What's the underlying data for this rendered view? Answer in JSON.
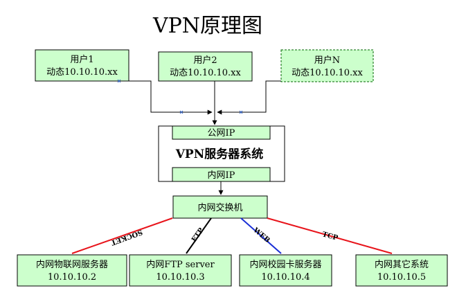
{
  "title": "VPN原理图",
  "users": [
    {
      "name": "用户1",
      "addr": "动态10.10.10.xx"
    },
    {
      "name": "用户2",
      "addr": "动态10.10.10.xx"
    },
    {
      "name": "用户N",
      "addr": "动态10.10.10.xx"
    }
  ],
  "vpn": {
    "public_ip": "公网IP",
    "system": "VPN服务器系统",
    "internal_ip": "内网IP"
  },
  "switch": "内网交换机",
  "servers": [
    {
      "name": "内网物联网服务器",
      "ip": "10.10.10.2",
      "link": "SOCKET",
      "link_color": "#e8141b"
    },
    {
      "name": "内网FTP server",
      "ip": "10.10.10.3",
      "link": "FTP",
      "link_color": "#000000"
    },
    {
      "name": "内网校园卡服务器",
      "ip": "10.10.10.4",
      "link": "WEB",
      "link_color": "#1a2fd6"
    },
    {
      "name": "内网其它系统",
      "ip": "10.10.10.5",
      "link": "TCP",
      "link_color": "#e8141b"
    }
  ],
  "colors": {
    "box_fill": "#ccffcc",
    "dashed_border": "#006600"
  }
}
